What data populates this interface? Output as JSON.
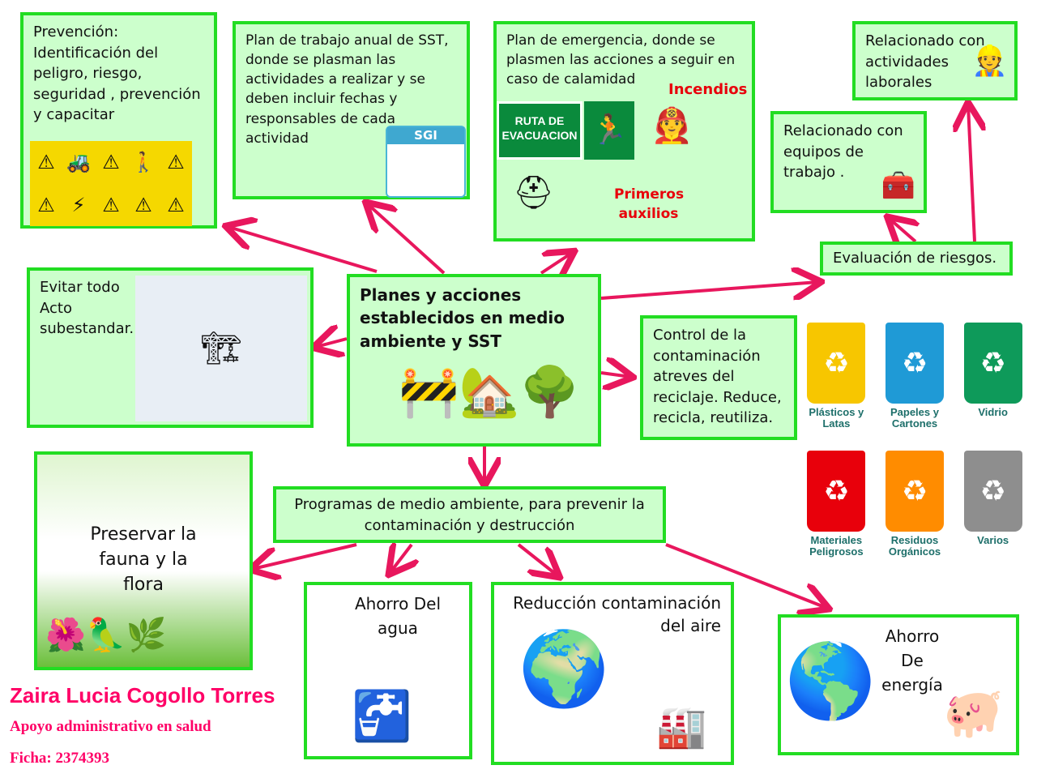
{
  "nodes": {
    "prevencion": "Prevención: Identificación del peligro, riesgo, seguridad , prevención y capacitar",
    "plan_anual": "Plan de trabajo anual de SST, donde se plasman las actividades  a realizar y se deben incluir fechas y responsables de cada actividad",
    "sgi_label": "SGI",
    "plan_emergencia": "Plan de emergencia, donde se plasmen las acciones a seguir en caso de calamidad",
    "incendios": "Incendios",
    "ruta_evacuacion": "RUTA DE EVACUACION",
    "primeros_auxilios": "Primeros auxilios",
    "actividades": "Relacionado con actividades laborales",
    "equipos": "Relacionado con equipos de trabajo .",
    "evaluacion": "Evaluación de riesgos.",
    "evitar": "Evitar todo Acto subestandar.",
    "central": "Planes y acciones establecidos en medio ambiente y SST",
    "control": "Control de la contaminación atreves del reciclaje. Reduce, recicla, reutiliza.",
    "programas": "Programas de medio ambiente, para prevenir la contaminación y destrucción",
    "preservar": "Preservar la fauna y la flora",
    "agua": "Ahorro Del agua",
    "reduccion": "Reducción contaminación del aire",
    "energia": "Ahorro De energía"
  },
  "bins": [
    {
      "label": "Plásticos y Latas",
      "color": "#f7c600"
    },
    {
      "label": "Papeles y Cartones",
      "color": "#1f9ad6"
    },
    {
      "label": "Vidrio",
      "color": "#0e9a5a"
    },
    {
      "label": "Materiales Peligrosos",
      "color": "#e8000b"
    },
    {
      "label": "Residuos Orgánicos",
      "color": "#ff8c00"
    },
    {
      "label": "Varios",
      "color": "#8e8e8e"
    }
  ],
  "recycle_icon": "♻",
  "author": {
    "name": "Zaira Lucia Cogollo Torres",
    "program": "Apoyo administrativo en salud",
    "ficha": "Ficha: 2374393"
  },
  "colors": {
    "arrow": "#e8175d",
    "border": "#22dd22",
    "fill": "#ccffcc",
    "author": "#ff0066"
  }
}
